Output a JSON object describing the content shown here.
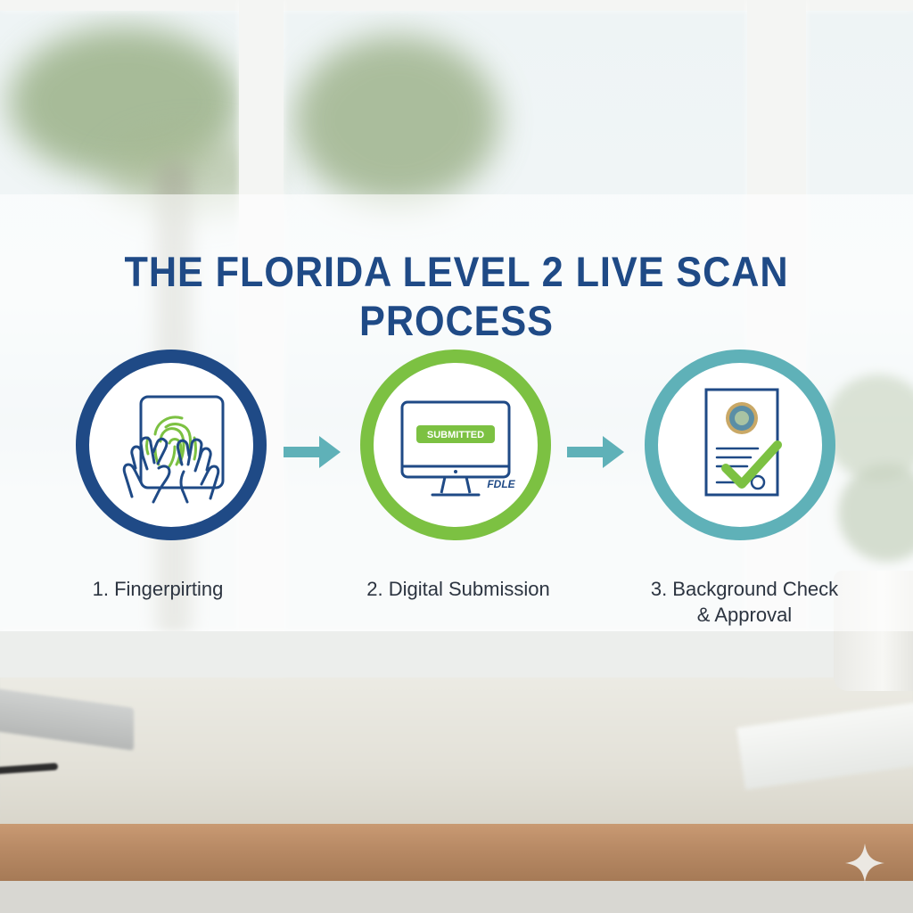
{
  "title": "THE FLORIDA LEVEL 2 LIVE SCAN PROCESS",
  "colors": {
    "title": "#1f4a86",
    "step1_ring": "#1f4a86",
    "step2_ring": "#7cc142",
    "step3_ring": "#5fb1b8",
    "arrow": "#5fb1b8",
    "fingerprint": "#7cc142"
  },
  "steps": [
    {
      "label": "1. Fingerpirting",
      "icon": "fingerprint-hands-icon"
    },
    {
      "label": "2. Digital Submission",
      "icon": "computer-monitor-icon",
      "badge": "SUBMITTED",
      "logo_text": "FDLE"
    },
    {
      "label_line1": "3. Background Check",
      "label_line2": "& Approval",
      "icon": "certificate-checkmark-icon"
    }
  ],
  "arrows": [
    "arrow-right-icon",
    "arrow-right-icon"
  ]
}
